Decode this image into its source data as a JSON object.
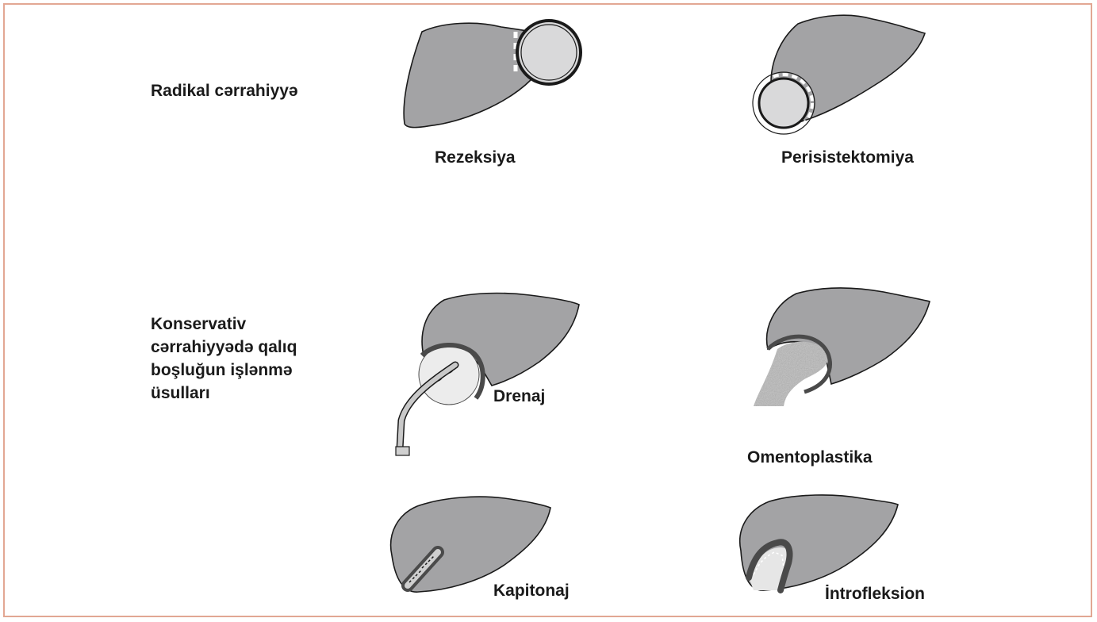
{
  "section_labels": {
    "radical": "Radikal cərrahiyyə",
    "conservative": [
      "Konservativ",
      "cərrahiyyədə qalıq",
      "boşluğun işlənmə",
      "üsulları"
    ]
  },
  "methods": {
    "rezeksiya": "Rezeksiya",
    "perisistektomiya": "Perisistektomiya",
    "drenaj": "Drenaj",
    "omentoplastika": "Omentoplastika",
    "kapitonaj": "Kapitonaj",
    "introfleksion": "İntrofleksion"
  },
  "colors": {
    "frame_border": "#e2a793",
    "liver_fill": "#a3a3a5",
    "cyst_fill": "#d9d9da",
    "outline": "#1a1a1a",
    "rim": "#4a4a4a"
  }
}
